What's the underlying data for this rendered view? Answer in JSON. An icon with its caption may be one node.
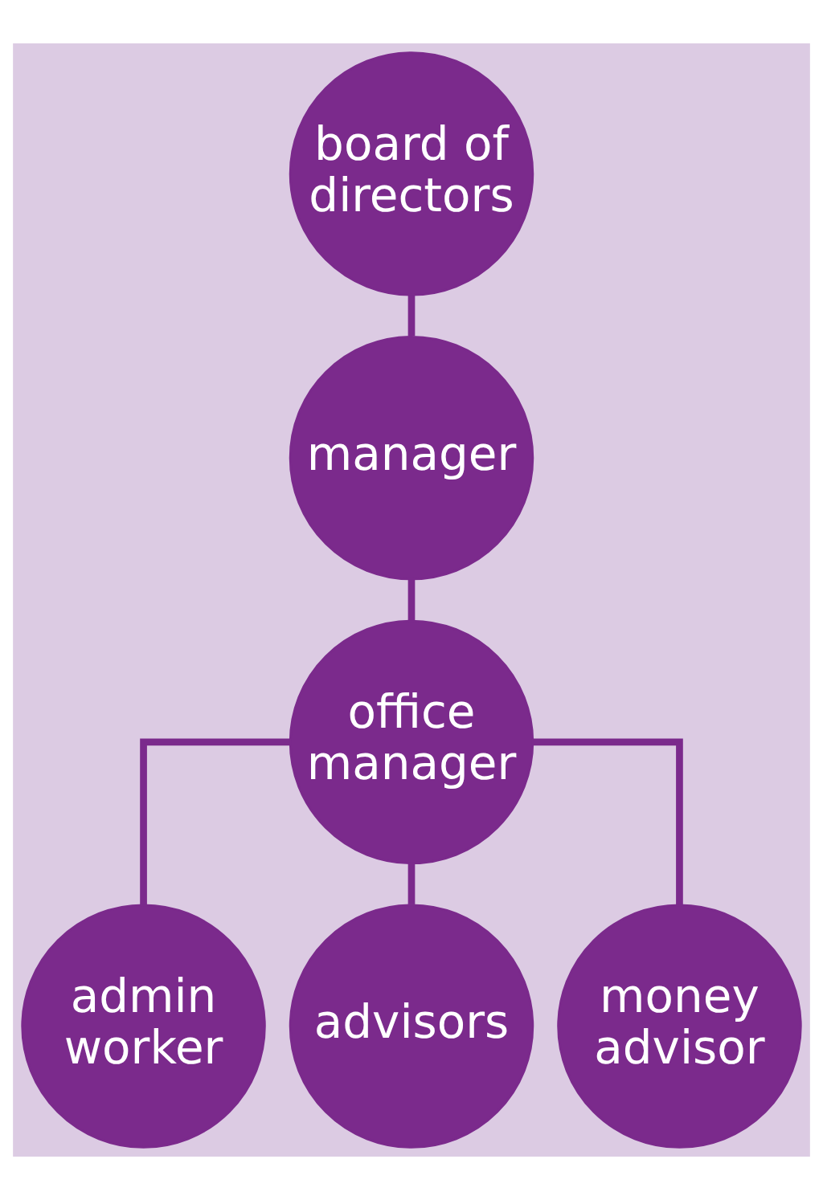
{
  "diagram": {
    "nodes": [
      {
        "text": [
          "board of directors"
        ]
      },
      {
        "text": [
          "manager"
        ]
      },
      {
        "text": [
          "office manager"
        ]
      },
      {
        "text": [
          "admin worker"
        ]
      },
      {
        "text": [
          "advisors"
        ]
      },
      {
        "text": [
          "money advisor"
        ]
      }
    ],
    "edges": [
      {
        "from": 0,
        "to": 1,
        "arrow": "none"
      },
      {
        "from": 1,
        "to": 2,
        "arrow": "none"
      },
      {
        "from": 2,
        "to": 3,
        "arrow": "none"
      },
      {
        "from": 2,
        "to": 4,
        "arrow": "none"
      },
      {
        "from": 2,
        "to": 5,
        "arrow": "none"
      }
    ]
  }
}
